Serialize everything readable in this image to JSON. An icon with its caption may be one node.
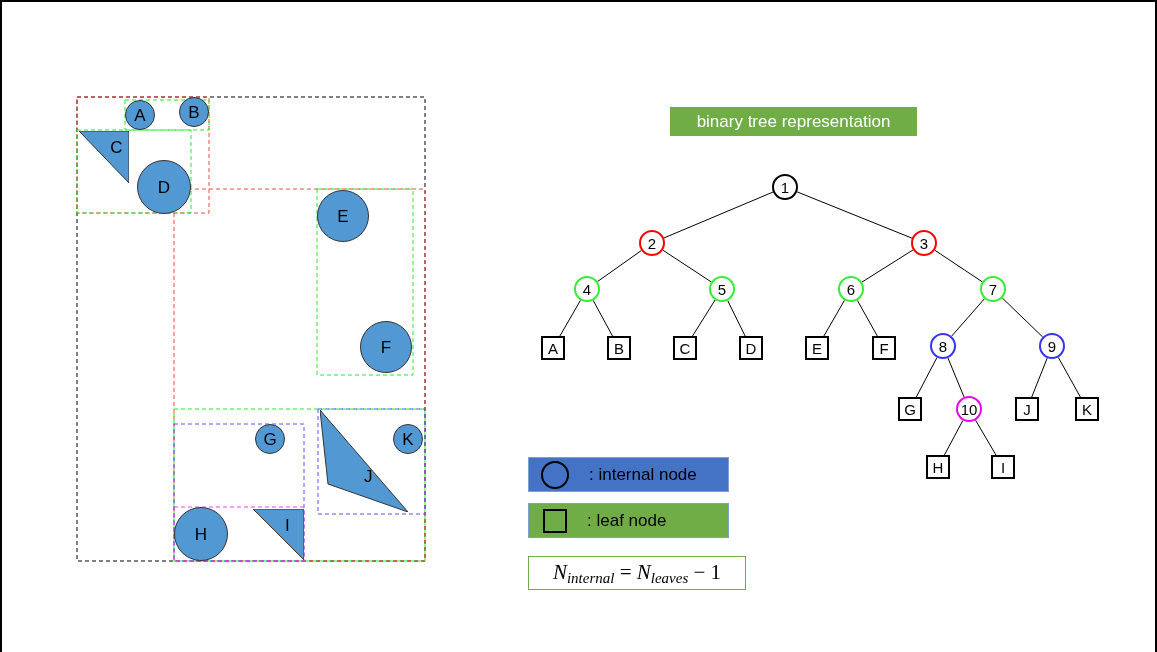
{
  "diagram": {
    "title": "binary tree representation",
    "nodes": [
      {
        "text": [
          "A"
        ]
      },
      {
        "text": [
          "B"
        ]
      },
      {
        "text": [
          "C"
        ]
      },
      {
        "text": [
          "D"
        ]
      },
      {
        "text": [
          "E"
        ]
      },
      {
        "text": [
          "F"
        ]
      },
      {
        "text": [
          "G"
        ]
      },
      {
        "text": [
          "H"
        ]
      },
      {
        "text": [
          "I"
        ]
      },
      {
        "text": [
          "J"
        ]
      },
      {
        "text": [
          "K"
        ]
      },
      {
        "text": [
          "1"
        ]
      },
      {
        "text": [
          "2"
        ]
      },
      {
        "text": [
          "3"
        ]
      },
      {
        "text": [
          "4"
        ]
      },
      {
        "text": [
          "5"
        ]
      },
      {
        "text": [
          "6"
        ]
      },
      {
        "text": [
          "7"
        ]
      },
      {
        "text": [
          "8"
        ]
      },
      {
        "text": [
          "9"
        ]
      },
      {
        "text": [
          "10"
        ]
      },
      {
        "text": [
          "A"
        ]
      },
      {
        "text": [
          "B"
        ]
      },
      {
        "text": [
          "C"
        ]
      },
      {
        "text": [
          "D"
        ]
      },
      {
        "text": [
          "E"
        ]
      },
      {
        "text": [
          "F"
        ]
      },
      {
        "text": [
          "G"
        ]
      },
      {
        "text": [
          "H"
        ]
      },
      {
        "text": [
          "I"
        ]
      },
      {
        "text": [
          "J"
        ]
      },
      {
        "text": [
          "K"
        ]
      }
    ],
    "edges": [
      {
        "from": 11,
        "to": 12,
        "arrow": "none"
      },
      {
        "from": 11,
        "to": 13,
        "arrow": "none"
      },
      {
        "from": 12,
        "to": 14,
        "arrow": "none"
      },
      {
        "from": 12,
        "to": 15,
        "arrow": "none"
      },
      {
        "from": 13,
        "to": 16,
        "arrow": "none"
      },
      {
        "from": 13,
        "to": 17,
        "arrow": "none"
      },
      {
        "from": 14,
        "to": 21,
        "arrow": "none"
      },
      {
        "from": 14,
        "to": 22,
        "arrow": "none"
      },
      {
        "from": 15,
        "to": 23,
        "arrow": "none"
      },
      {
        "from": 15,
        "to": 24,
        "arrow": "none"
      },
      {
        "from": 16,
        "to": 25,
        "arrow": "none"
      },
      {
        "from": 16,
        "to": 26,
        "arrow": "none"
      },
      {
        "from": 17,
        "to": 18,
        "arrow": "none"
      },
      {
        "from": 17,
        "to": 19,
        "arrow": "none"
      },
      {
        "from": 18,
        "to": 27,
        "arrow": "none"
      },
      {
        "from": 18,
        "to": 20,
        "arrow": "none"
      },
      {
        "from": 20,
        "to": 28,
        "arrow": "none"
      },
      {
        "from": 20,
        "to": 29,
        "arrow": "none"
      },
      {
        "from": 19,
        "to": 30,
        "arrow": "none"
      },
      {
        "from": 19,
        "to": 31,
        "arrow": "none"
      }
    ],
    "labels": [
      "*N*$_{internal}$ = *N*$_{leaves}$ − 1"
    ],
    "legend": [
      {
        "text": ": internal node"
      },
      {
        "text": ": leaf node"
      }
    ]
  }
}
